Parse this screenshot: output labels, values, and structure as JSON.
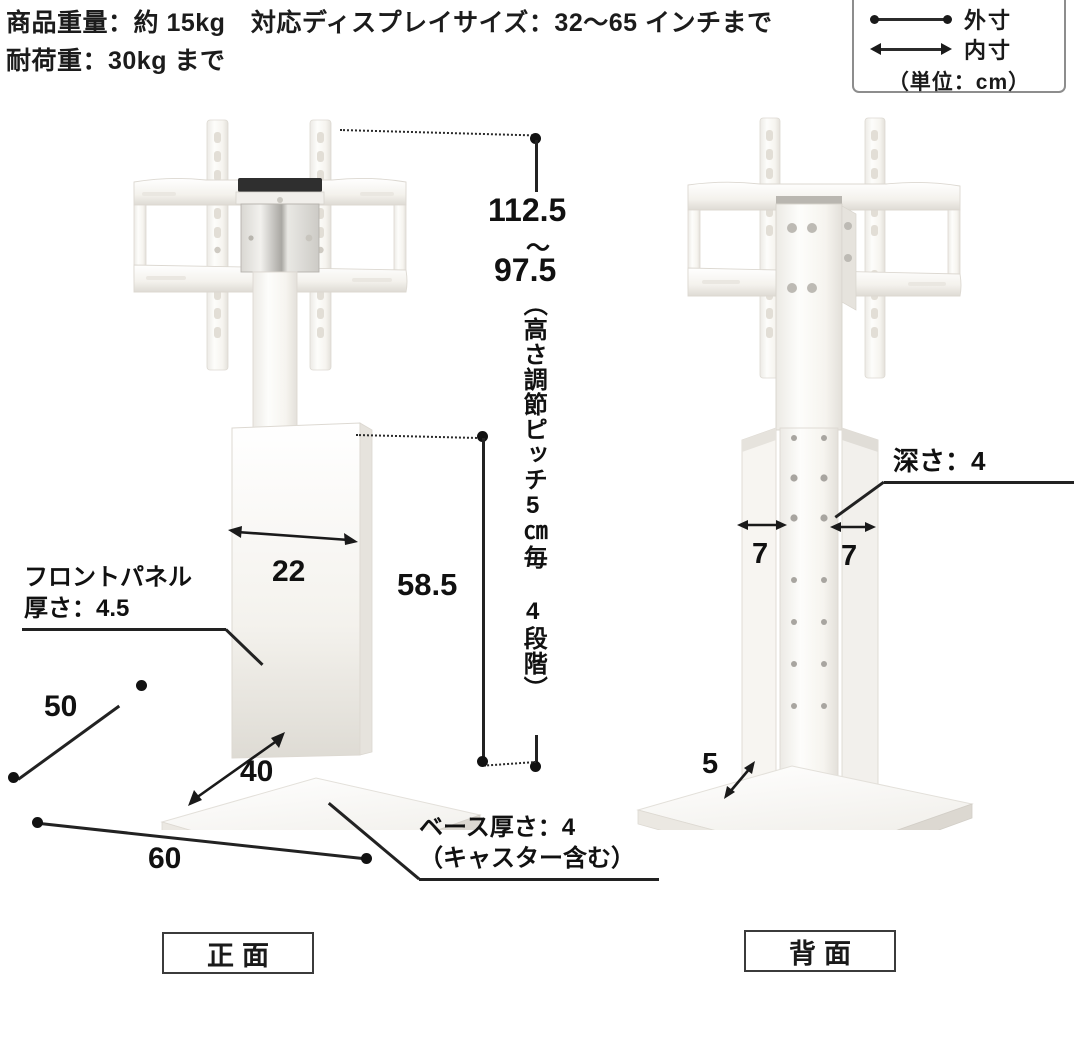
{
  "specs": {
    "lines": [
      "商品重量：約 15kg　対応ディスプレイサイズ：32～65 インチまで",
      "耐荷重：30kg まで"
    ]
  },
  "legend": {
    "outer_label": "外寸",
    "inner_label": "内寸",
    "unit_note": "（単位：cm）",
    "outer_symbol": "dot-line-dot",
    "inner_symbol": "arrow-line-arrow"
  },
  "views": {
    "front": {
      "caption": "正面",
      "dimensions": {
        "total_height": "112.5",
        "height_range_sep": "～",
        "min_height": "97.5",
        "height_note": "（高さ調節ピッチ5㎝毎 4段階）",
        "panel_height": "58.5",
        "panel_width": "22",
        "base_depth": "50",
        "base_inner_depth": "40",
        "base_width": "60"
      },
      "callouts": {
        "front_panel_line1": "フロントパネル",
        "front_panel_line2": "厚さ：4.5",
        "base_thickness_line1": "ベース厚さ：4",
        "base_thickness_line2": "（キャスター含む）"
      }
    },
    "back": {
      "caption": "背面",
      "dimensions": {
        "column_left": "7",
        "column_right": "7",
        "base_edge": "5"
      },
      "callouts": {
        "depth": "深さ：4"
      }
    }
  },
  "colors": {
    "product_white": "#fbfaf7",
    "line_dark": "#1a1a1a",
    "legend_border": "#8d8d8d"
  }
}
